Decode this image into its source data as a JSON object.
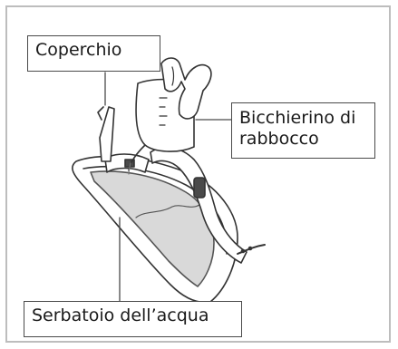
{
  "labels": {
    "cover": "Coperchio",
    "cup": "Bicchierino di\nrabbocco",
    "tank": "Serbatoio dell’acqua"
  },
  "colors": {
    "frame": "#bdbdbd",
    "outline": "#333333",
    "tank_fill": "#d9d9d9",
    "leader": "#4a4a4a"
  }
}
